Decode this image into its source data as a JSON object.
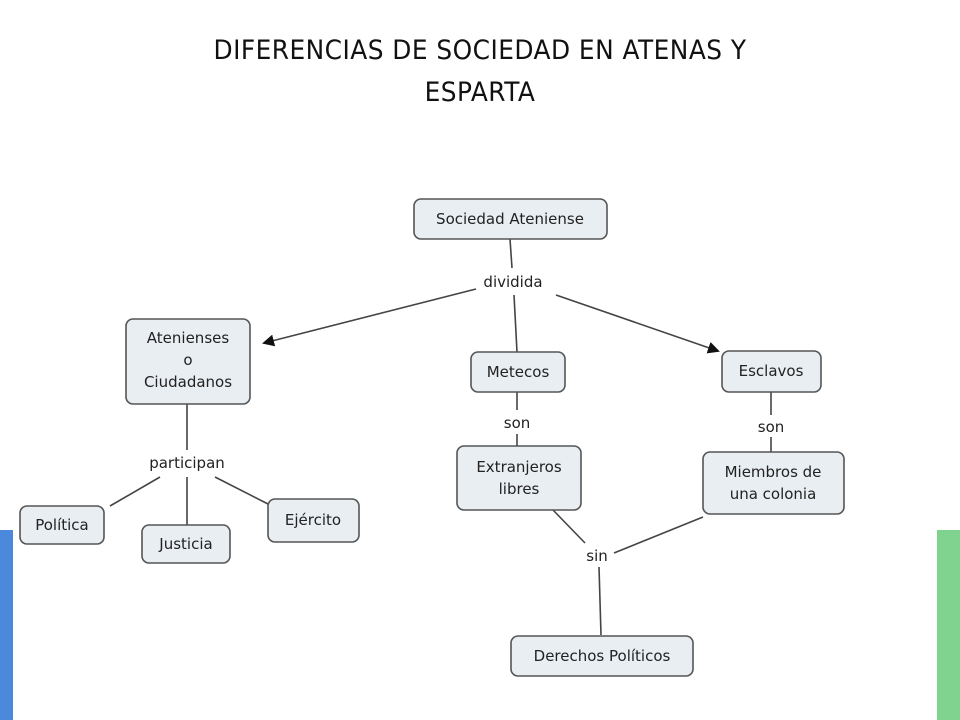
{
  "title": {
    "line1": "DIFERENCIAS DE SOCIEDAD EN ATENAS Y",
    "line2": "ESPARTA"
  },
  "nodes": {
    "sociedad": "Sociedad Ateniense",
    "atenienses_1": "Atenienses",
    "atenienses_2": "o",
    "atenienses_3": "Ciudadanos",
    "metecos": "Metecos",
    "esclavos": "Esclavos",
    "extranjeros_1": "Extranjeros",
    "extranjeros_2": "libres",
    "miembros_1": "Miembros de",
    "miembros_2": "una colonia",
    "politica": "Política",
    "justicia": "Justicia",
    "ejercito": "Ejército",
    "derechos": "Derechos Políticos"
  },
  "links": {
    "dividida": "dividida",
    "son_1": "son",
    "son_2": "son",
    "participan": "participan",
    "sin": "sin"
  },
  "colors": {
    "node_fill": "#e9eef2",
    "node_stroke": "#555555",
    "left_bar": "#4a89dc",
    "right_bar": "#7fd38f"
  }
}
